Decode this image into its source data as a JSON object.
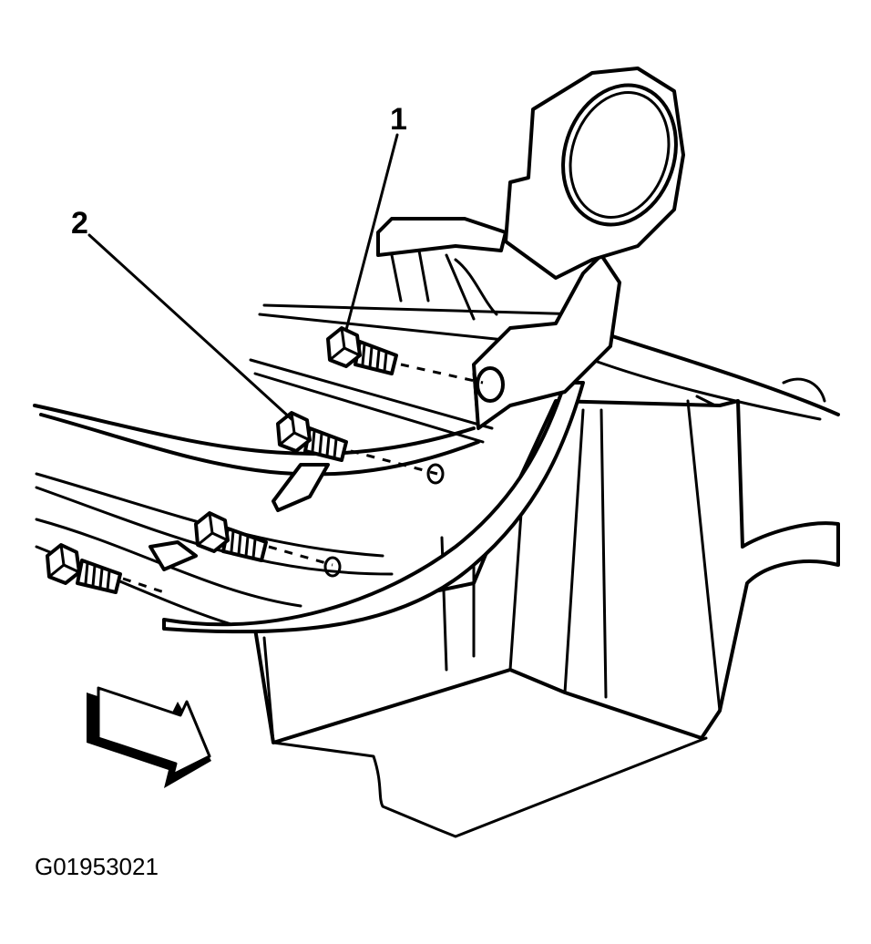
{
  "figure_id": "G01953021",
  "callouts": [
    {
      "number": "1"
    },
    {
      "number": "2"
    }
  ],
  "icons": {
    "direction_arrow": "front-direction-arrow-icon",
    "bolts": "bolt-icon"
  }
}
